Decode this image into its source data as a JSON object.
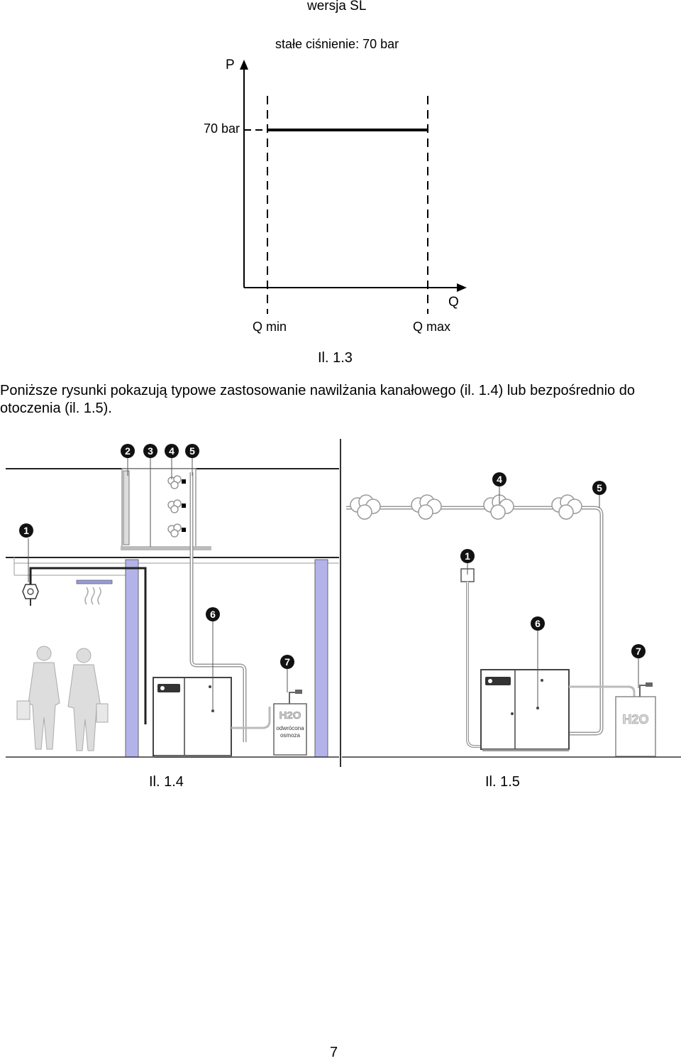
{
  "chart": {
    "top_label": "wersja SL",
    "subtitle": "stałe ciśnienie: 70 bar",
    "y_axis_label": "P",
    "x_axis_label": "Q",
    "y_tick_label": "70 bar",
    "x_tick_min_label": "Q min",
    "x_tick_max_label": "Q max",
    "caption": "Il. 1.3"
  },
  "chart_data": {
    "type": "line",
    "title": "stałe ciśnienie: 70 bar",
    "xlabel": "Q",
    "ylabel": "P",
    "x_ticks": [
      "Q min",
      "Q max"
    ],
    "y_ticks": [
      "70 bar"
    ],
    "series": [
      {
        "x": [
          "Q min",
          "Q max"
        ],
        "values": [
          70,
          70
        ]
      }
    ],
    "grid": false
  },
  "paragraph": "Poniższe rysunki pokazują typowe zastosowanie nawilżania kanałowego (il. 1.4) lub bezpośrednio do otoczenia (il. 1.5).",
  "figure_left": {
    "caption": "Il. 1.4",
    "badges": [
      "1",
      "2",
      "3",
      "4",
      "5",
      "6",
      "7"
    ],
    "tank_label": "H2O",
    "tank_text_1": "odwrócona",
    "tank_text_2": "osmoza"
  },
  "figure_right": {
    "caption": "Il. 1.5",
    "badges": [
      "1",
      "4",
      "5",
      "6",
      "7"
    ],
    "tank_label": "H2O"
  },
  "page_number": "7"
}
